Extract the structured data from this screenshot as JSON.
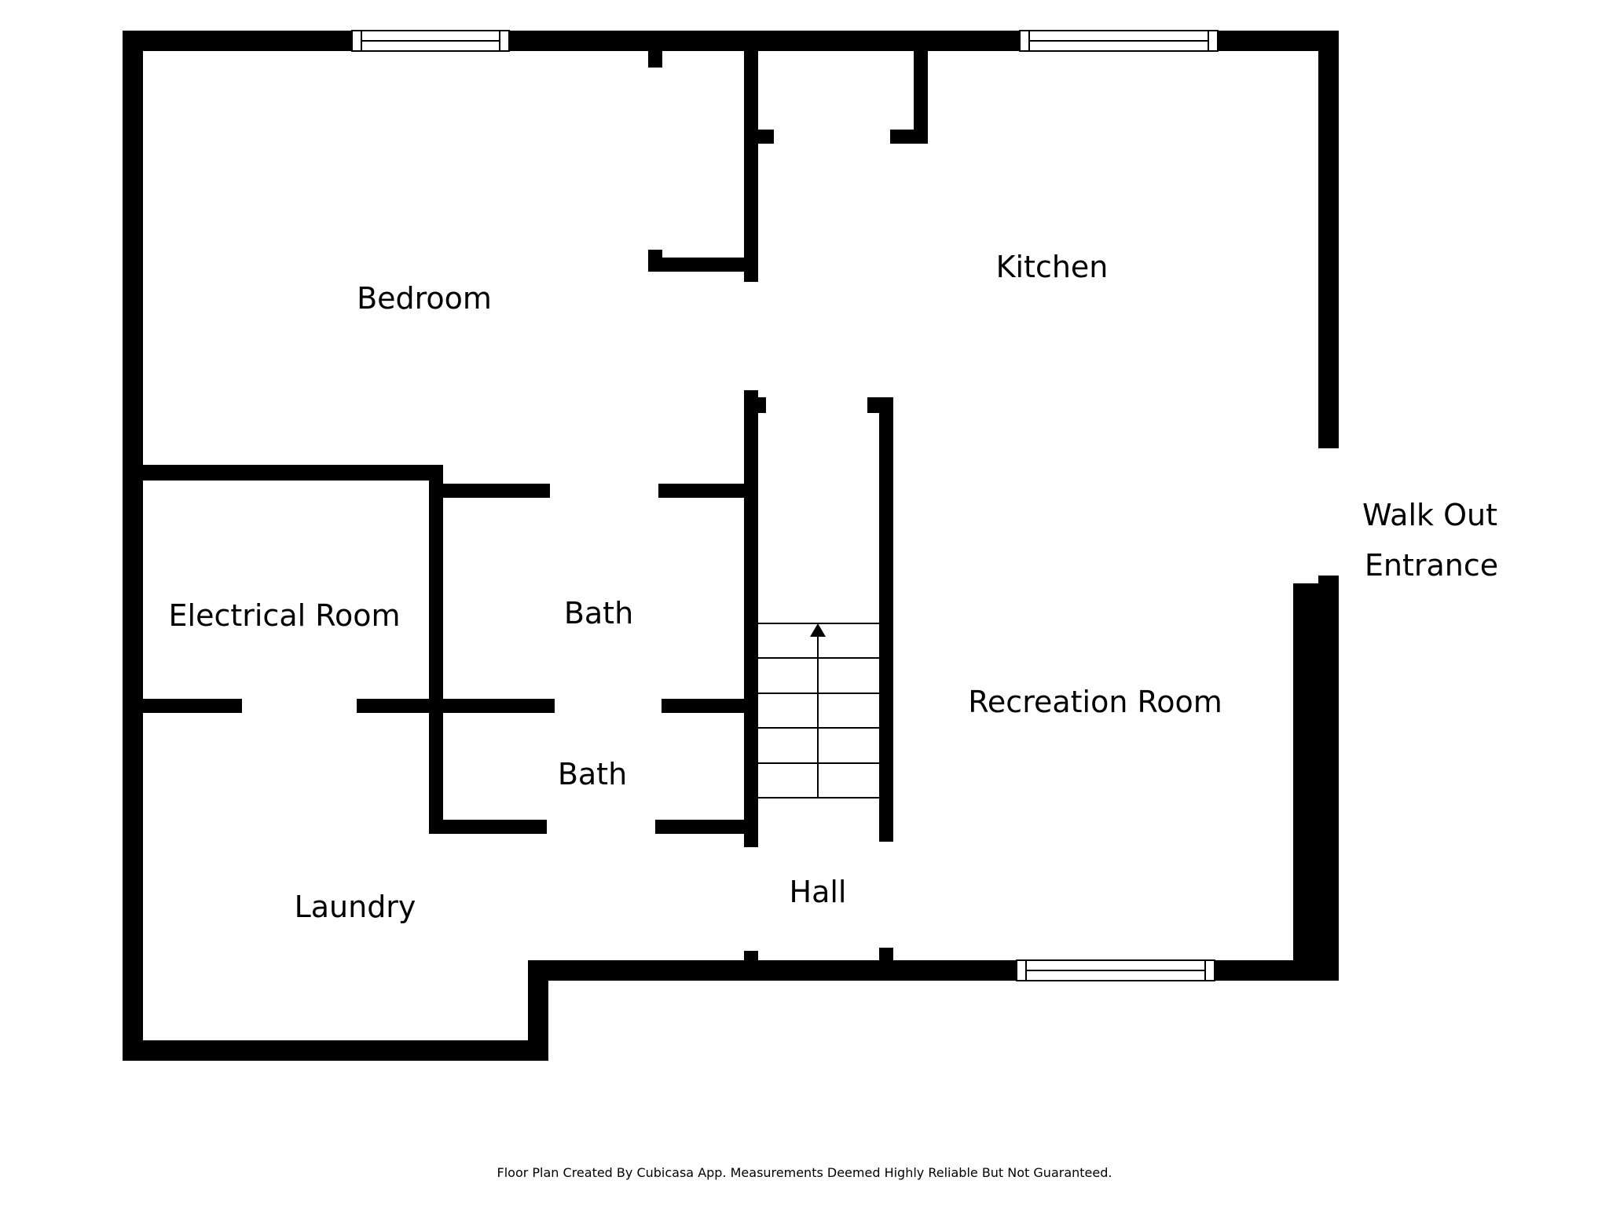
{
  "colors": {
    "wall": "#000000",
    "background": "#ffffff",
    "opening": "#ffffff"
  },
  "rooms": {
    "bedroom": "Bedroom",
    "kitchen": "Kitchen",
    "electrical_room": "Electrical Room",
    "bath_upper": "Bath",
    "bath_lower": "Bath",
    "recreation_room": "Recreation Room",
    "laundry": "Laundry",
    "hall": "Hall",
    "walk_out_line1": "Walk Out",
    "walk_out_line2": "Entrance"
  },
  "footer": "Floor Plan Created By Cubicasa App. Measurements Deemed Highly Reliable But Not Guaranteed."
}
